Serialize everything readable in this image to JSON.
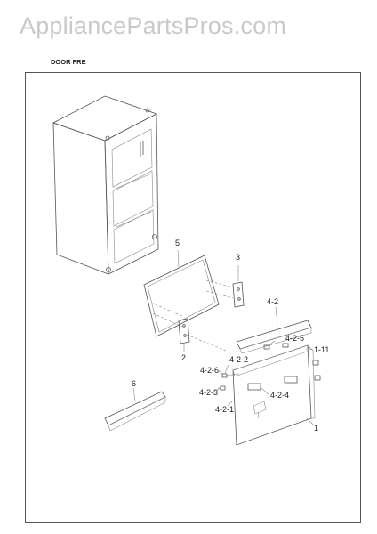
{
  "watermark": "AppliancePartsPros.com",
  "section_label": "DOOR FRE",
  "callouts": {
    "c5": "5",
    "c3": "3",
    "c2": "2",
    "c42": "4-2",
    "c425": "4-2-5",
    "c111": "1-11",
    "c422": "4-2-2",
    "c426": "4-2-6",
    "c423": "4-2-3",
    "c424": "4-2-4",
    "c421": "4-2-1",
    "c1": "1",
    "c6": "6"
  }
}
